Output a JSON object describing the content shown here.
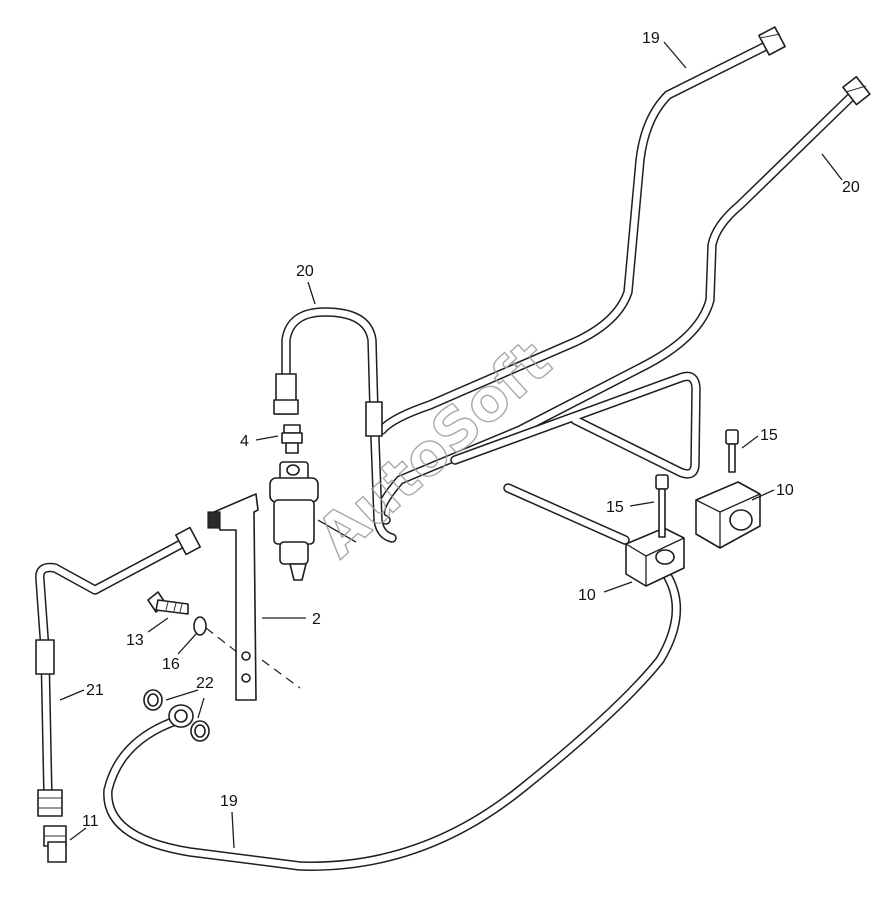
{
  "watermark": "AutoSoft",
  "callouts": {
    "c19_top": "19",
    "c20_right": "20",
    "c20_upper": "20",
    "c4": "4",
    "c15_right": "15",
    "c10_right": "10",
    "c15_mid": "15",
    "c10_mid": "10",
    "c2": "2",
    "c13": "13",
    "c16": "16",
    "c22": "22",
    "c21": "21",
    "c19_bottom": "19",
    "c11": "11"
  }
}
